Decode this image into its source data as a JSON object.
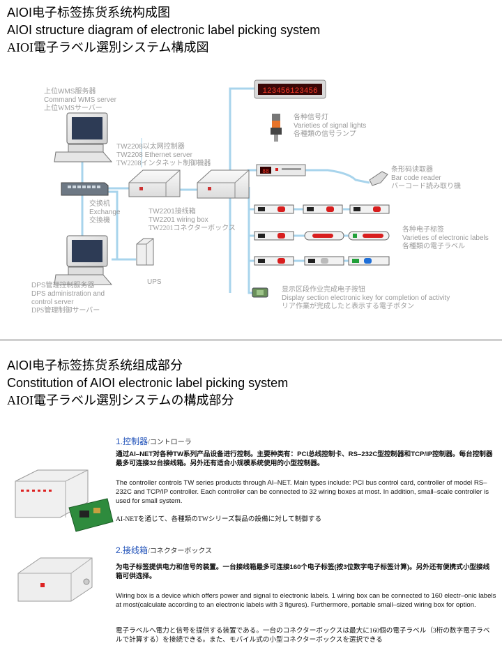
{
  "header1": {
    "title_cn": "AIOI电子标签拣货系统构成图",
    "title_en": "AIOI structure diagram of electronic label picking system",
    "title_ja": "AIOI電子ラベル選別システム構成図"
  },
  "diagram": {
    "wms": {
      "cn": "上位WMS服务器",
      "en": "Command WMS server",
      "ja": "上位WMSサーバー"
    },
    "ethernet": {
      "cn": "TW2208以太网控制器",
      "en": "TW2208 Ethernet server",
      "ja": "TW2208インタネット制御機器"
    },
    "switch": {
      "cn": "交换机",
      "en": "Exchange",
      "ja": "交換機"
    },
    "wiring": {
      "cn": "TW2201接线箱",
      "en": "TW2201 wiring box",
      "ja": "TW2201コネクターボックス"
    },
    "dps": {
      "cn": "DPS管理控制服务器",
      "en1": "DPS administration and",
      "en2": "control server",
      "ja": "DPS管理制御サーバー"
    },
    "ups": {
      "label": "UPS"
    },
    "signal": {
      "cn": "各种信号灯",
      "en": "Varieties of signal lights",
      "ja": "各種類の信号ランプ"
    },
    "barcode": {
      "cn": "条形码读取器",
      "en": "Bar code reader",
      "ja": "バーコード読み取り機"
    },
    "labels": {
      "cn": "各种电子标签",
      "en": "Varieties of electronic labels",
      "ja": "各種類の電子ラベル"
    },
    "display_key": {
      "cn": "显示区段作业完成电子按钮",
      "en": "Display section electronic key for completion of activity",
      "ja": "リア作業が完成したと表示する電子ボタン"
    },
    "led_text": "123456123456",
    "small_display": "88",
    "line_color": "#a8d4ec"
  },
  "header2": {
    "title_cn": "AIOI电子标签拣货系统组成部分",
    "title_en": "Constitution of AIOI electronic label picking system",
    "title_ja": "AIOI電子ラベル選別システムの構成部分"
  },
  "sections": [
    {
      "title_cn": "1.控制器",
      "title_ja": "/コントローラ",
      "cn": "通过AI–NET对各种TW系列产品设备进行控制。主要种类有：PCI总线控制卡、RS–232C型控制器和TCP/IP控制器。每台控制器最多可连接32台接线箱。另外还有适合小规模系统使用的小型控制器。",
      "en": "The controller controls TW series products through AI–NET. Main types include: PCI bus control card, controller of model RS–232C and TCP/IP controller. Each controller can be connected to 32 wiring boxes at most. In addition, small–scale controller is used for small system.",
      "ja": "AI-NETを通じて、各種類のTWシリーズ製品の設備に対して制御する"
    },
    {
      "title_cn": "2.接线箱",
      "title_ja": "/コネクターボックス",
      "cn": "为电子标签提供电力和信号的装置。一台接线箱最多可连接160个电子标签(按3位数字电子标签计算)。另外还有便携式小型接线箱可供选择。",
      "en": "Wiring box is a device which offers power and signal to electronic labels. 1 wiring box can be connected to 160 electr–onic labels at most(calculate according to an electronic labels with 3 figures). Furthermore, portable small–sized wiring box for option.",
      "ja": "電子ラベルへ電力と信号を提供する装置である。一台のコネクターボックスは最大に160個の電子ラベル（3桁の数字電子ラベルで計算する）を接続できる。また、モバイル式の小型コネクターボックスを選択できる"
    }
  ],
  "colors": {
    "accent_blue": "#1d4fb8",
    "label_red": "#d81e1e",
    "label_green": "#22a03a",
    "label_blue": "#1e6fd8",
    "orange": "#e8742a"
  }
}
